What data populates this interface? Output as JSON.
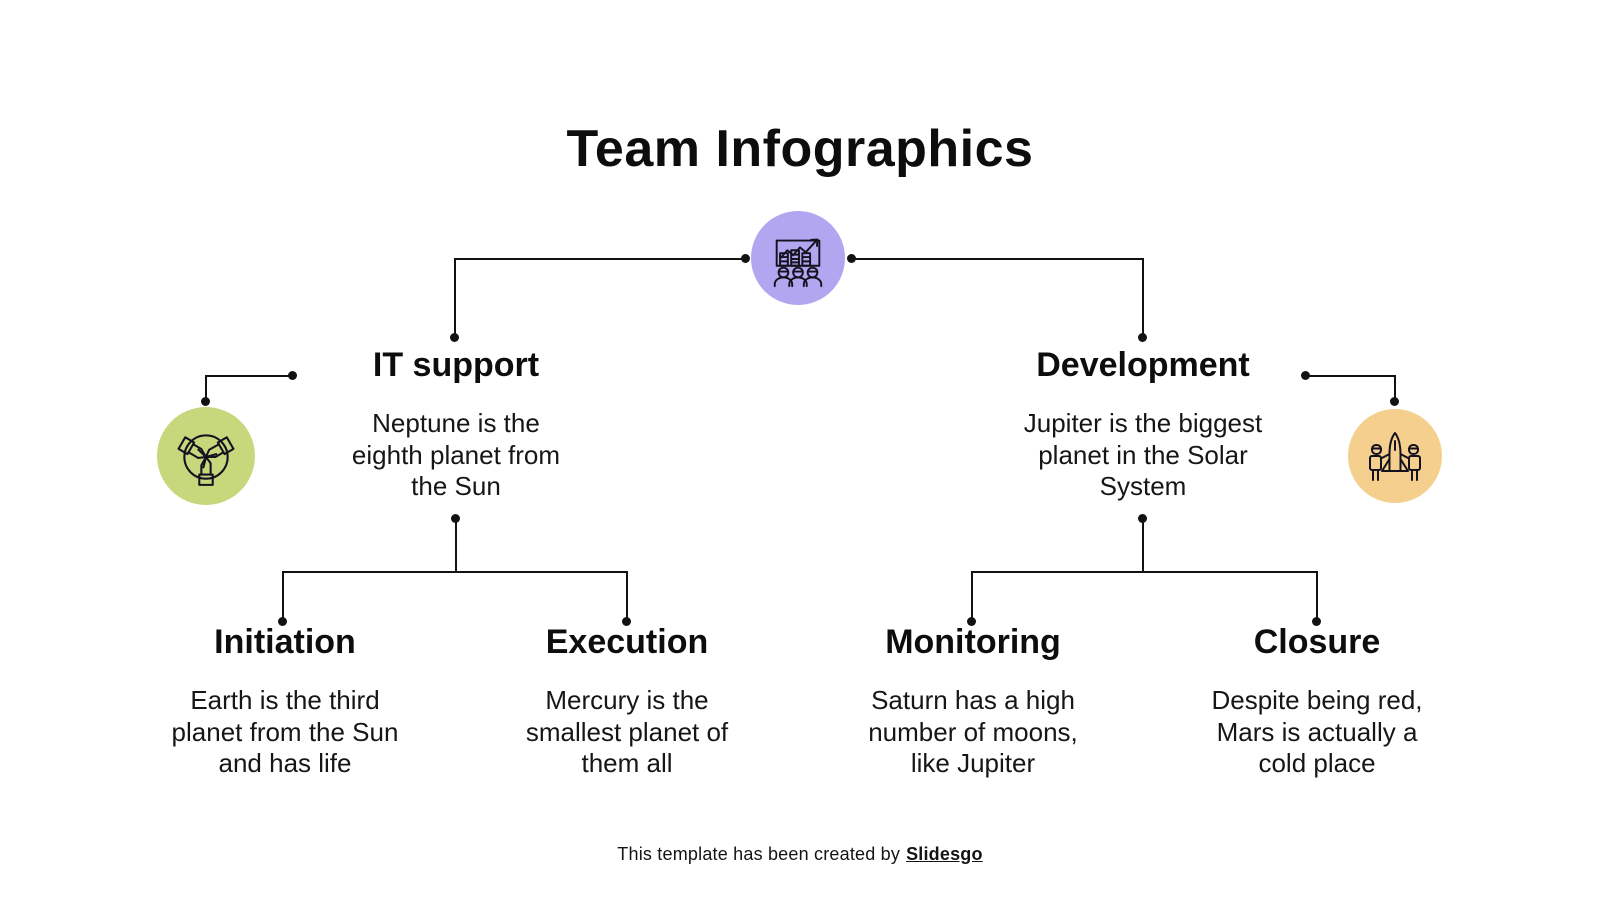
{
  "slide": {
    "title": "Team Infographics",
    "footer_prefix": "This template has been created by",
    "footer_brand": "Slidesgo"
  },
  "colors": {
    "root_circle": "#b2a6f0",
    "it_support_circle": "#c7d87c",
    "development_circle": "#f4cf8e",
    "line": "#121212",
    "text": "#0d0d0d"
  },
  "root": {
    "icon": "team-analytics-icon"
  },
  "branches": {
    "it_support": {
      "title": "IT support",
      "description": "Neptune is the\neighth planet from\nthe Sun",
      "icon": "handshake-teamwork-icon",
      "children": {
        "initiation": {
          "title": "Initiation",
          "description": "Earth is the third\nplanet from the Sun\nand has life"
        },
        "execution": {
          "title": "Execution",
          "description": "Mercury is the\nsmallest planet of\nthem all"
        }
      }
    },
    "development": {
      "title": "Development",
      "description": "Jupiter is the biggest\nplanet in the Solar\nSystem",
      "icon": "team-rocket-icon",
      "children": {
        "monitoring": {
          "title": "Monitoring",
          "description": "Saturn has a high\nnumber of moons,\nlike Jupiter"
        },
        "closure": {
          "title": "Closure",
          "description": "Despite being red,\nMars is actually a\ncold place"
        }
      }
    }
  }
}
